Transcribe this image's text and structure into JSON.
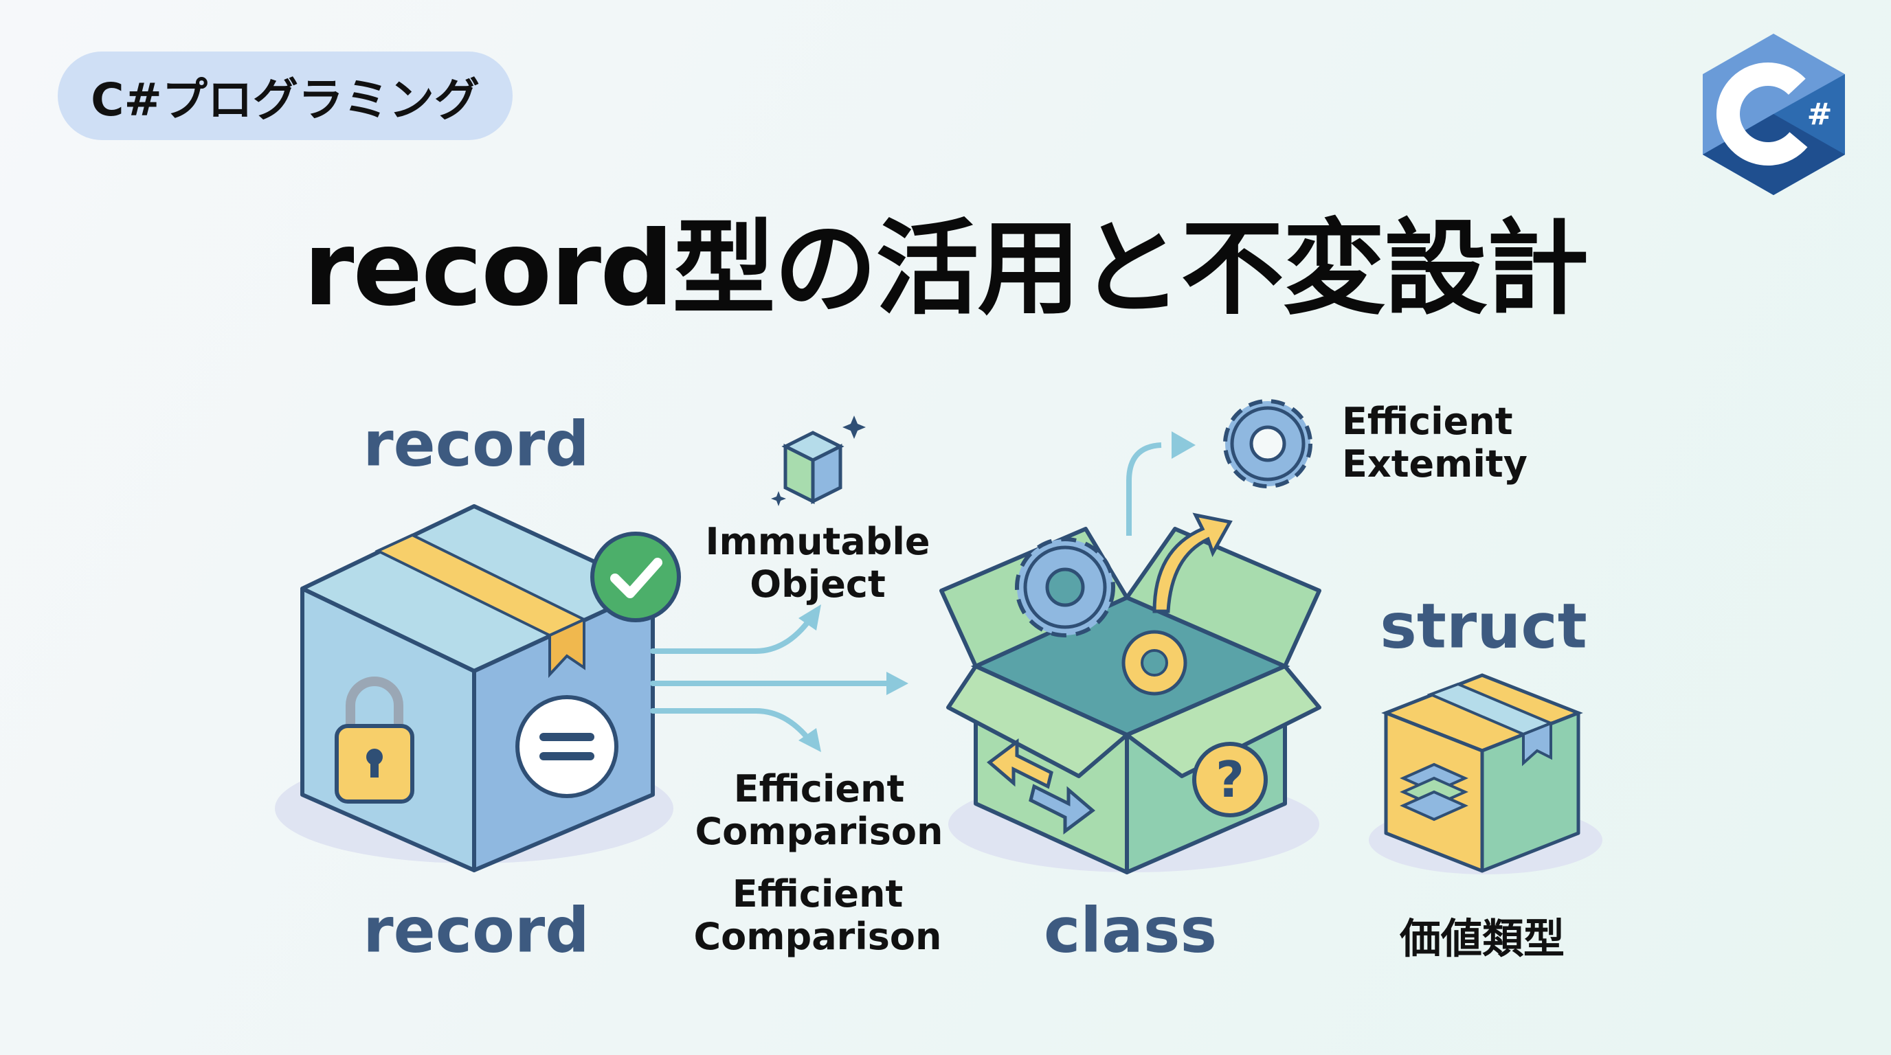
{
  "badge": "C#プログラミング",
  "title": "record型の活用と不変設計",
  "logo": {
    "text": "C#",
    "colors": [
      "#6a9bd8",
      "#2d6bb0",
      "#1f4f8f"
    ]
  },
  "labels": {
    "record_top": "record",
    "record_bottom": "record",
    "class": "class",
    "struct": "struct",
    "value_type": "価値類型"
  },
  "notes": {
    "immutable": [
      "Immutable",
      "Object"
    ],
    "comparison_1": [
      "Efficient",
      "Comparison"
    ],
    "comparison_2": [
      "Efficient",
      "Comparison"
    ],
    "extemity": [
      "Efficient",
      "Extemity"
    ]
  },
  "colors": {
    "label": "#3d5a80",
    "outline": "#2f4f75",
    "blue": "#8fb8e0",
    "lightblue": "#b5dcea",
    "green": "#a8dcae",
    "yellow": "#f7cf6a",
    "check": "#4caf6a",
    "arrow": "#8cc9dc"
  }
}
